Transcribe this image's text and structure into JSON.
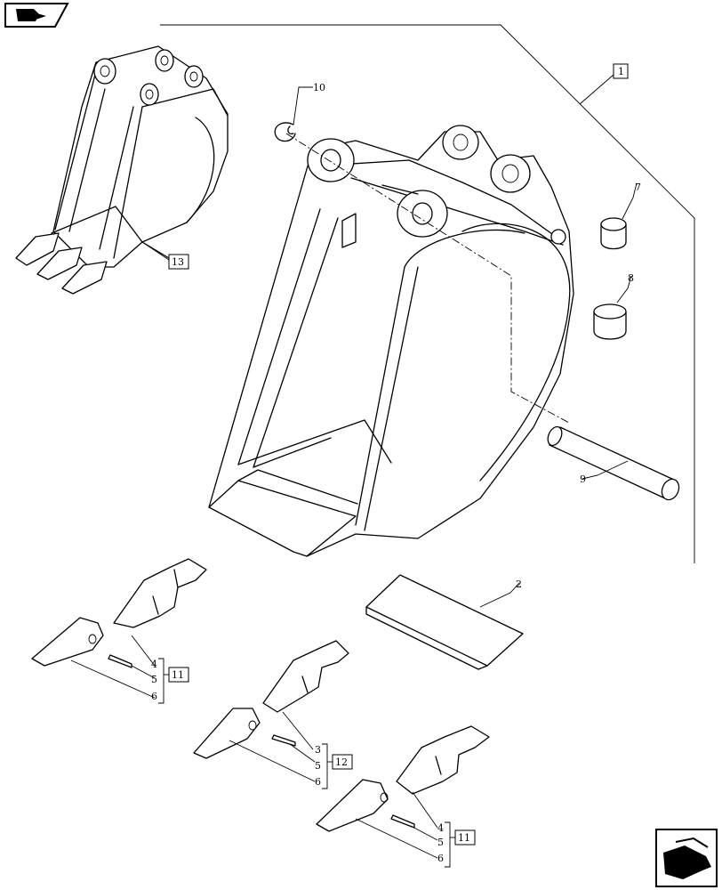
{
  "labels": {
    "l1": "1",
    "l2": "2",
    "l3": "3",
    "l4a": "4",
    "l4b": "4",
    "l5a": "5",
    "l5b": "5",
    "l5c": "5",
    "l6a": "6",
    "l6b": "6",
    "l6c": "6",
    "l7": "7",
    "l8": "8",
    "l9": "9",
    "l10": "10",
    "l11a": "11",
    "l11b": "11",
    "l12": "12",
    "l13": "13"
  },
  "icons": {
    "top_left": "back-to-index-icon",
    "bottom_right": "next-page-icon"
  }
}
